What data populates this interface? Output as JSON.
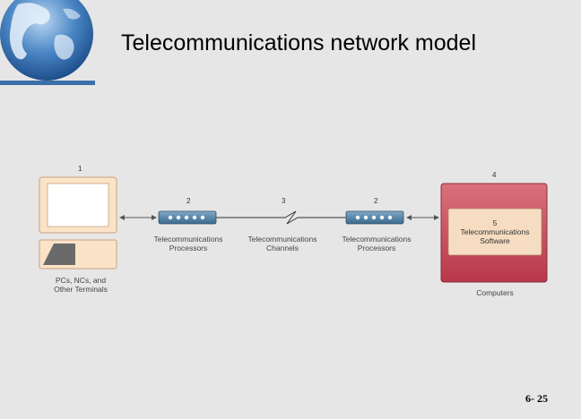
{
  "title": "Telecommunications network model",
  "slide_number": "6- 25",
  "colors": {
    "background": "#e6e6e6",
    "terminal_fill": "#fbe3c8",
    "terminal_stroke": "#c8a27e",
    "processor_fill": "#4a7a9c",
    "computer_fill": "#c94c5c",
    "software_fill": "#f6ddc2",
    "globe_blue": "#2e6fb3"
  },
  "diagram": {
    "terminal": {
      "number": "1",
      "label_lines": [
        "PCs, NCs, and",
        "Other Terminals"
      ]
    },
    "processor_left": {
      "number": "2",
      "label_lines": [
        "Telecommunications",
        "Processors"
      ]
    },
    "channel": {
      "number": "3",
      "label_lines": [
        "Telecommunications",
        "Channels"
      ]
    },
    "processor_right": {
      "number": "2",
      "label_lines": [
        "Telecommunications",
        "Processors"
      ]
    },
    "computer": {
      "number": "4",
      "label": "Computers"
    },
    "software": {
      "number": "5",
      "label_lines": [
        "Telecommunications",
        "Software"
      ]
    }
  }
}
